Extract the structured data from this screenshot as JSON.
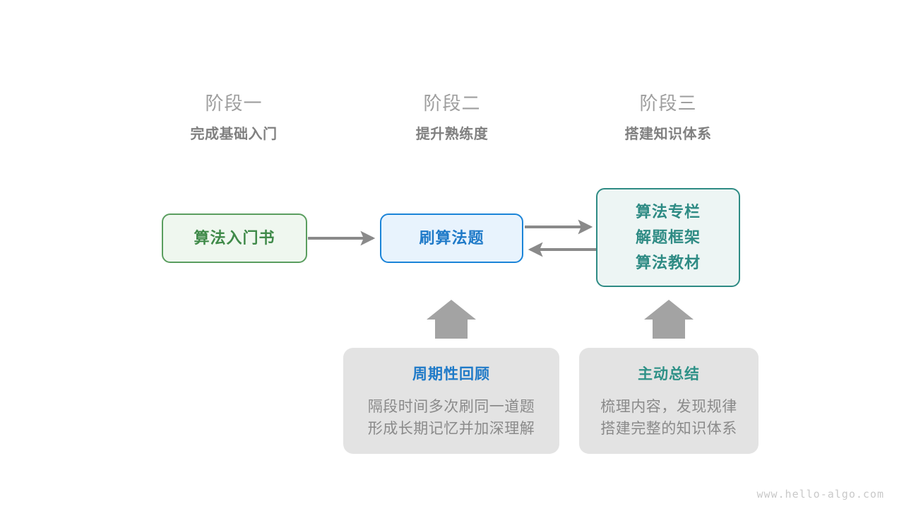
{
  "stages": [
    {
      "title": "阶段一",
      "subtitle": "完成基础入门"
    },
    {
      "title": "阶段二",
      "subtitle": "提升熟练度"
    },
    {
      "title": "阶段三",
      "subtitle": "搭建知识体系"
    }
  ],
  "nodes": {
    "book": {
      "label": "算法入门书",
      "color": "#3f8a49",
      "border": "#5a9e5f",
      "fill": "#eff7ef"
    },
    "practice": {
      "label": "刷算法题",
      "color": "#1f7ac8",
      "border": "#1b84d8",
      "fill": "#e8f3fd"
    },
    "knowledge": {
      "lines": [
        "算法专栏",
        "解题框架",
        "算法教材"
      ],
      "color": "#2e8b84",
      "border": "#2e8b84",
      "fill": "#edf5f4"
    }
  },
  "notes": [
    {
      "title": "周期性回顾",
      "title_color": "#1f7ac8",
      "body_line1": "隔段时间多次刷同一道题",
      "body_line2": "形成长期记忆并加深理解"
    },
    {
      "title": "主动总结",
      "title_color": "#2e9187",
      "body_line1": "梳理内容，发现规律",
      "body_line2": "搭建完整的知识体系"
    }
  ],
  "arrows": {
    "color": "#8a8a8a",
    "book_to_practice": "算法入门书 → 刷算法题",
    "practice_to_knowledge": "刷算法题 → 算法专栏/解题框架/算法教材",
    "knowledge_to_practice": "算法专栏/解题框架/算法教材 → 刷算法题",
    "review_up": "周期性回顾 ↑ 刷算法题",
    "summary_up": "主动总结 ↑ 算法专栏/解题框架/算法教材"
  },
  "watermark": "www.hello-algo.com"
}
